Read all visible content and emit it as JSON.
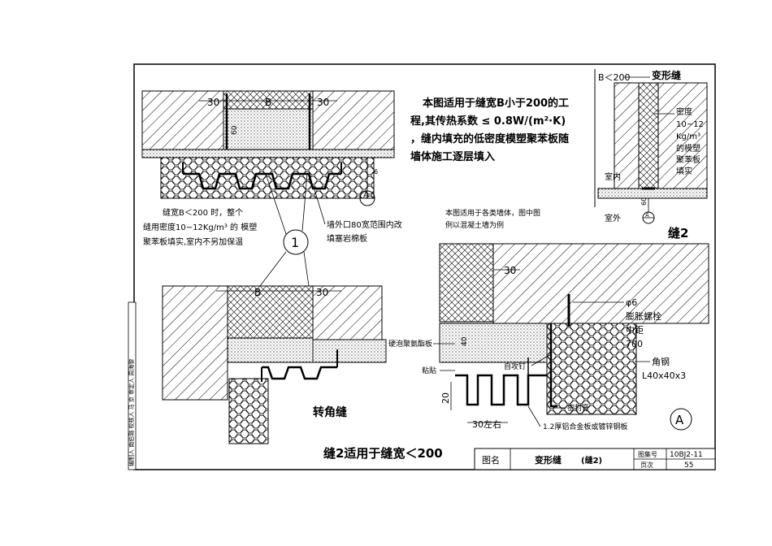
{
  "main_note": {
    "line1": "本图适用于缝宽B小于200的工",
    "line2": "程,其传热系数 ≤ 0.8W/(m²·K)",
    "line3": "，缝内填充的低密度模塑聚苯板随",
    "line4": "墙体施工逐层填入"
  },
  "top_detail": {
    "dim_left": "30",
    "dim_b": "B",
    "dim_right": "30",
    "dim_60": "60",
    "dim_small": "6",
    "ref_letter": "A"
  },
  "left_note": {
    "line1": "缝宽B＜200 时，整个",
    "line2": "缝用密度10~12Kg/m³ 的 模塑",
    "line3": "聚苯板填实,室内不另加保温"
  },
  "callout_number": "1",
  "rockwool_note": {
    "line1": "墙外口80宽范围内改",
    "line2": "填塞岩棉板"
  },
  "corner_detail": {
    "dim_b": "B",
    "dim_30": "30",
    "title": "转角缝"
  },
  "scope_note": {
    "line1": "本图适用于各类墙体，图中图",
    "line2": "例以混凝土墙为例"
  },
  "detail_a": {
    "dim_30_top": "30",
    "dim_40": "40",
    "dim_20": "20",
    "dim_30_bottom": "30左右",
    "bolt_label1": "φ6",
    "bolt_label2": "膨胀螺栓",
    "bolt_label3": "中距",
    "bolt_label4": "700",
    "foam_label": "硬泡聚氨酯板",
    "adhesive_label": "粘贴",
    "screw_label": "自攻钉",
    "angle_label1": "角钢",
    "angle_label2": "L40x40x3",
    "sealant_label": "密封膏",
    "sheet_label": "1.2厚铝合金板或镀锌钢板",
    "ref_letter": "A"
  },
  "seam2": {
    "dim_b": "B＜200",
    "title_top": "变形缝",
    "density1": "密度",
    "density2": "10~12",
    "density3": "Kg/m³",
    "density4": "的模塑",
    "density5": "聚苯板",
    "density6": "填实",
    "indoor": "室内",
    "outdoor": "室外",
    "dim_60": "60",
    "ref_letter": "A",
    "caption": "缝2"
  },
  "footer_caption": "缝2适用于缝宽＜200",
  "title_block": {
    "label_name": "图名",
    "name": "变形缝",
    "sub": "(缝2)",
    "label_atlas": "图集号",
    "atlas": "10BJ2-11",
    "label_page": "页次",
    "page": "55"
  },
  "side_strip": "编制人 南伯璐 校核人 马 京 审定人 周海黎"
}
